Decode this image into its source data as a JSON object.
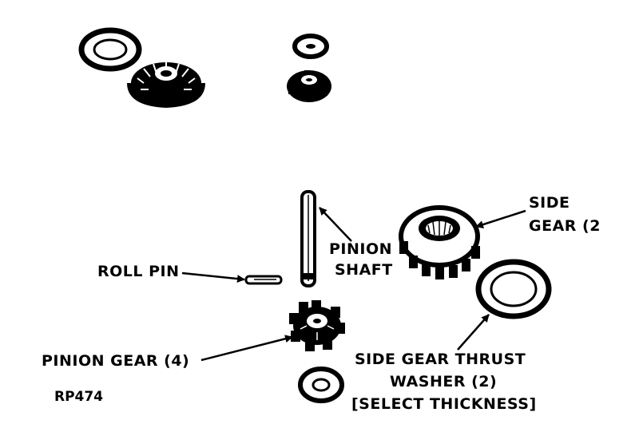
{
  "labels": {
    "side_gear_line1": "SIDE",
    "side_gear_line2": "GEAR (2",
    "pinion_shaft_line1": "PINION",
    "pinion_shaft_line2": "SHAFT",
    "roll_pin": "ROLL PIN",
    "pinion_gear": "PINION GEAR (4)",
    "thrust_washer_line1": "SIDE GEAR THRUST",
    "thrust_washer_line2": "WASHER (2)",
    "thrust_washer_line3": "[SELECT THICKNESS]"
  },
  "figure_id": "RP474",
  "colors": {
    "ink": "#000000",
    "paper": "#ffffff"
  }
}
